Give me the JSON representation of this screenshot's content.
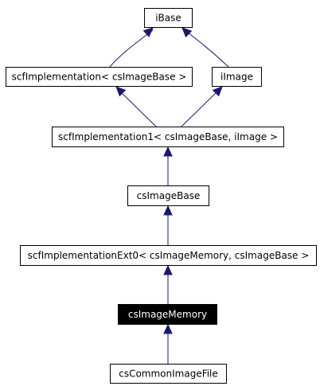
{
  "diagram": {
    "edge_color": "#191970",
    "highlight_fill": "#000000",
    "highlight_text": "#ffffff",
    "nodes": [
      {
        "id": "ibase",
        "label": "iBase"
      },
      {
        "id": "scfimpl",
        "label": "scfImplementation< csImageBase >"
      },
      {
        "id": "iimage",
        "label": "iImage"
      },
      {
        "id": "scfimpl1",
        "label": "scfImplementation1< csImageBase, iImage >"
      },
      {
        "id": "csimagebase",
        "label": "csImageBase"
      },
      {
        "id": "scfimplext0",
        "label": "scfImplementationExt0< csImageMemory, csImageBase >"
      },
      {
        "id": "csimagememory",
        "label": "csImageMemory",
        "current": true
      },
      {
        "id": "cscommonimagefile",
        "label": "csCommonImageFile"
      }
    ],
    "edges": [
      {
        "from": "scfimpl",
        "to": "ibase"
      },
      {
        "from": "iimage",
        "to": "ibase"
      },
      {
        "from": "scfimpl1",
        "to": "scfimpl"
      },
      {
        "from": "scfimpl1",
        "to": "iimage"
      },
      {
        "from": "csimagebase",
        "to": "scfimpl1"
      },
      {
        "from": "scfimplext0",
        "to": "csimagebase"
      },
      {
        "from": "csimagememory",
        "to": "scfimplext0"
      },
      {
        "from": "cscommonimagefile",
        "to": "csimagememory"
      }
    ]
  }
}
